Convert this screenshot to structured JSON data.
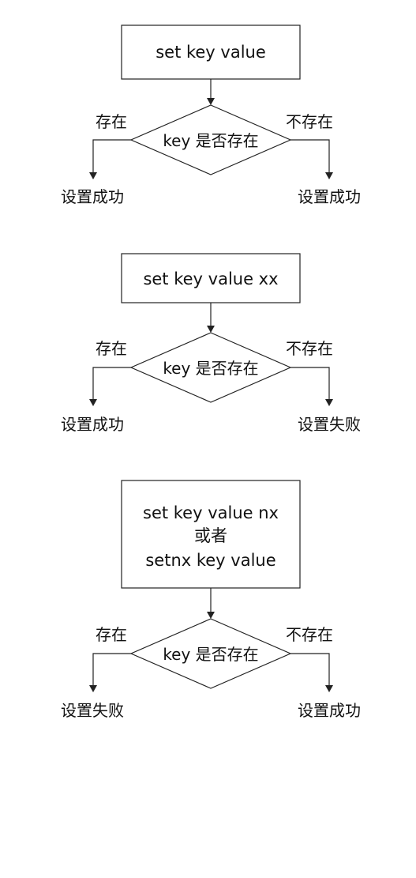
{
  "flows": [
    {
      "command_lines": [
        "set key value"
      ],
      "decision": "key 是否存在",
      "left_branch": "存在",
      "right_branch": "不存在",
      "left_result": "设置成功",
      "right_result": "设置成功"
    },
    {
      "command_lines": [
        "set key value xx"
      ],
      "decision": "key 是否存在",
      "left_branch": "存在",
      "right_branch": "不存在",
      "left_result": "设置成功",
      "right_result": "设置失败"
    },
    {
      "command_lines": [
        "set key value nx",
        "或者",
        "setnx key value"
      ],
      "decision": "key 是否存在",
      "left_branch": "存在",
      "right_branch": "不存在",
      "left_result": "设置失败",
      "right_result": "设置成功"
    }
  ]
}
